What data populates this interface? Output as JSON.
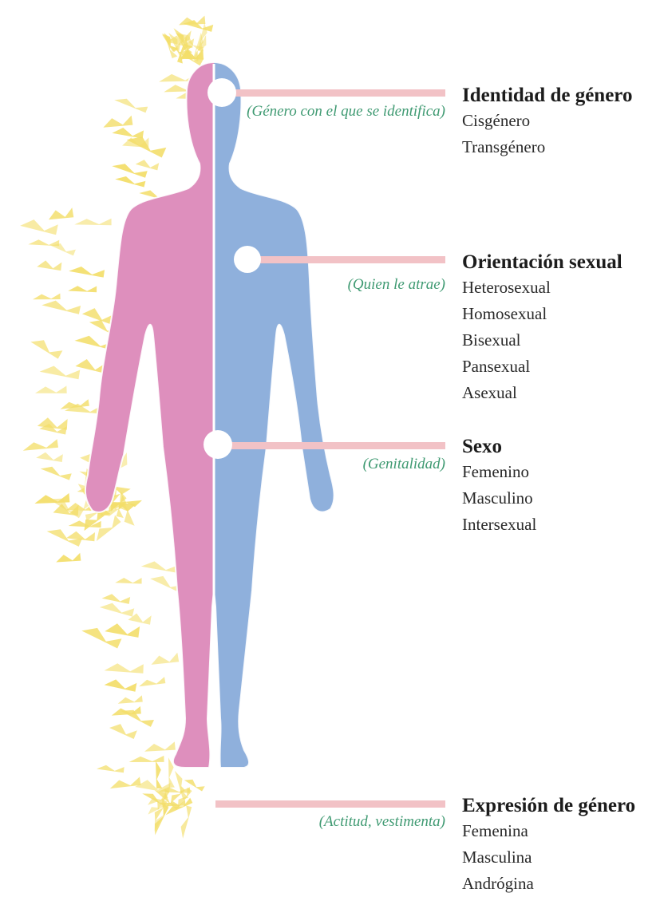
{
  "sections": [
    {
      "title": "Identidad de género",
      "note": "(Género con el que se identifica)",
      "options": [
        "Cisgénero",
        "Transgénero"
      ]
    },
    {
      "title": "Orientación sexual",
      "note": "(Quien le atrae)",
      "options": [
        "Heterosexual",
        "Homosexual",
        "Bisexual",
        "Pansexual",
        "Asexual"
      ]
    },
    {
      "title": "Sexo",
      "note": "(Genitalidad)",
      "options": [
        "Femenino",
        "Masculino",
        "Intersexual"
      ]
    },
    {
      "title": "Expresión de género",
      "note": "(Actitud, vestimenta)",
      "options": [
        "Femenina",
        "Masculina",
        "Andrógina"
      ]
    }
  ],
  "colors": {
    "female_half": "#de8fbd",
    "male_half": "#8fb0dc",
    "leader_line": "#f2c2c6",
    "note_text": "#3f9a72",
    "spark": "#f3de6a"
  },
  "icons": [
    "head-circle-marker",
    "heart-circle-marker",
    "genital-circle-marker",
    "spark-aura-icon"
  ]
}
